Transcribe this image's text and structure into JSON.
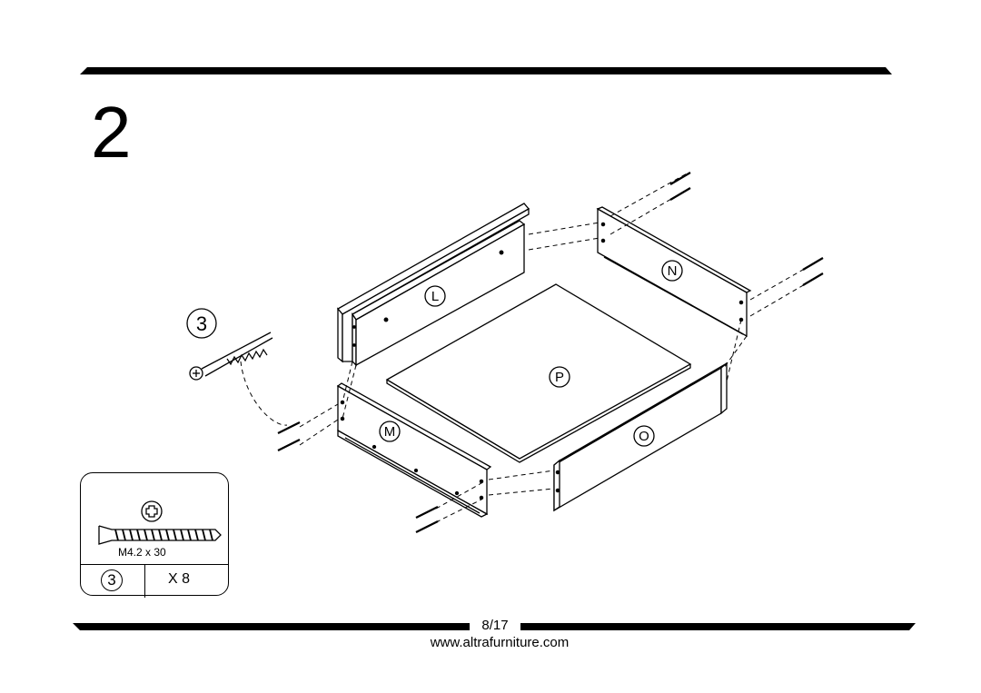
{
  "step": {
    "number": "2"
  },
  "parts": {
    "L": "L",
    "M": "M",
    "N": "N",
    "O": "O",
    "P": "P",
    "screw_callout": "3"
  },
  "hardware": {
    "size": "M4.2 x 30",
    "part_id": "3",
    "quantity": "X 8"
  },
  "footer": {
    "page": "8/17",
    "url": "www.altrafurniture.com"
  }
}
